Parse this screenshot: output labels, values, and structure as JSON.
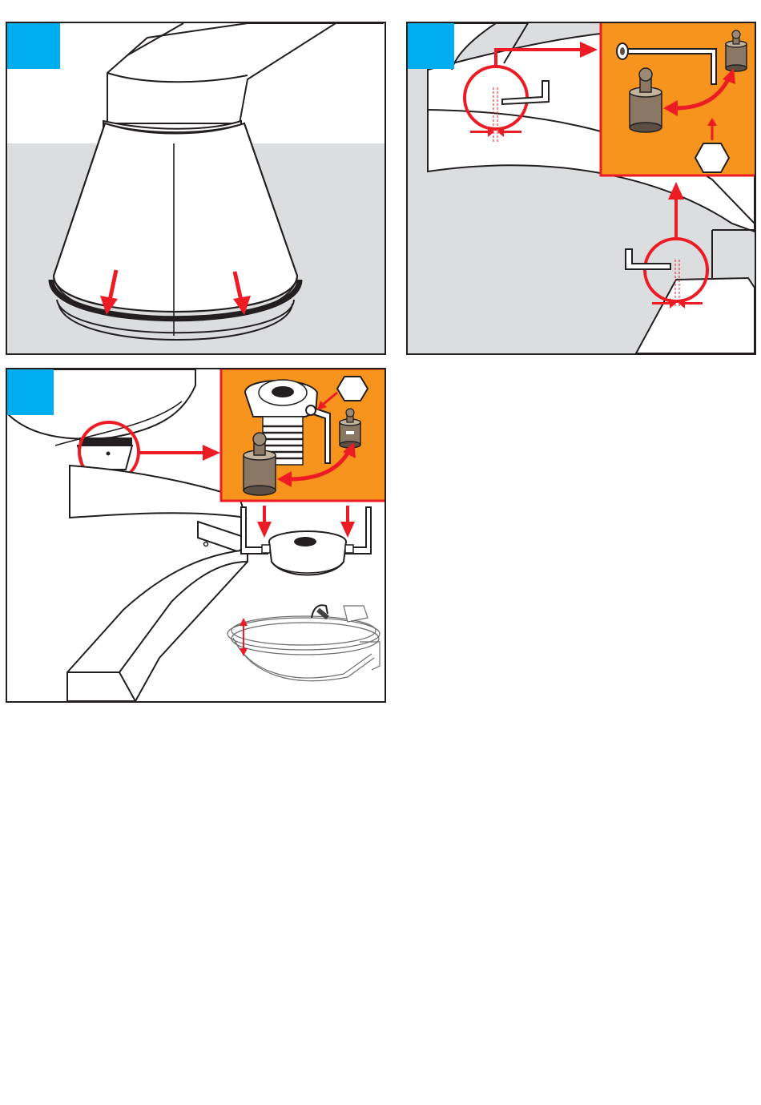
{
  "colors": {
    "outline": "#231f20",
    "step_tag": "#00aeef",
    "arrow": "#ed1c24",
    "inset_background": "#f7941d",
    "shading": "#dcdddf",
    "metal_dark": "#5c4f44",
    "metal_light": "#c2b39c"
  },
  "panels": [
    {
      "id": "panel-1",
      "step_tag_text": "",
      "icons": [
        "faucet-base-icon",
        "o-ring-icon",
        "press-down-arrow-icon"
      ]
    },
    {
      "id": "panel-2",
      "step_tag_text": "",
      "icons": [
        "hex-key-icon",
        "set-screw-icon",
        "hex-socket-icon",
        "magnifier-circle-icon"
      ]
    },
    {
      "id": "panel-3",
      "step_tag_text": "",
      "icons": [
        "aerator-icon",
        "cartridge-icon",
        "hex-key-icon",
        "set-screw-icon",
        "sink-bowl-icon",
        "lift-arrow-icon"
      ]
    }
  ]
}
